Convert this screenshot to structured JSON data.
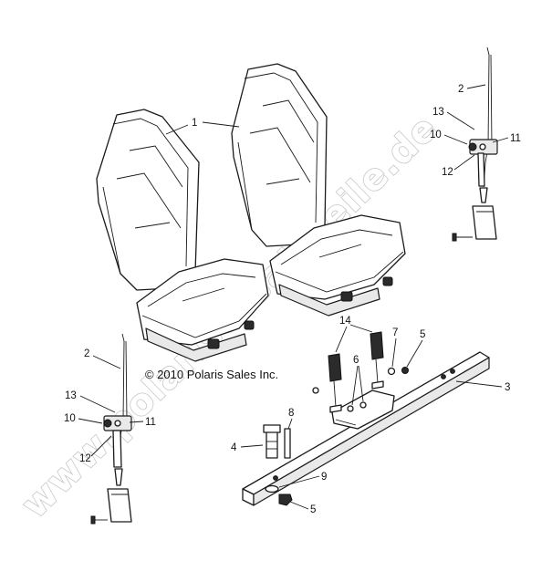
{
  "copyright": "© 2010 Polaris Sales Inc.",
  "watermark": "www.polarisersatzteile.de",
  "callouts": {
    "seat": "1",
    "seat_belt_right": "2",
    "seat_belt_left": "2",
    "rail": "3",
    "bolt": "4",
    "nut_top": "5",
    "nut_bottom": "5",
    "bracket_fastener": "6",
    "washer_buckle": "7",
    "pin": "8",
    "washer_bottom": "9",
    "clip_right": "10",
    "clip_left": "10",
    "bolt_right": "11",
    "bolt_left": "11",
    "spacer_right": "12",
    "spacer_left": "12",
    "anchor_right": "13",
    "anchor_left": "13",
    "buckles": "14"
  }
}
